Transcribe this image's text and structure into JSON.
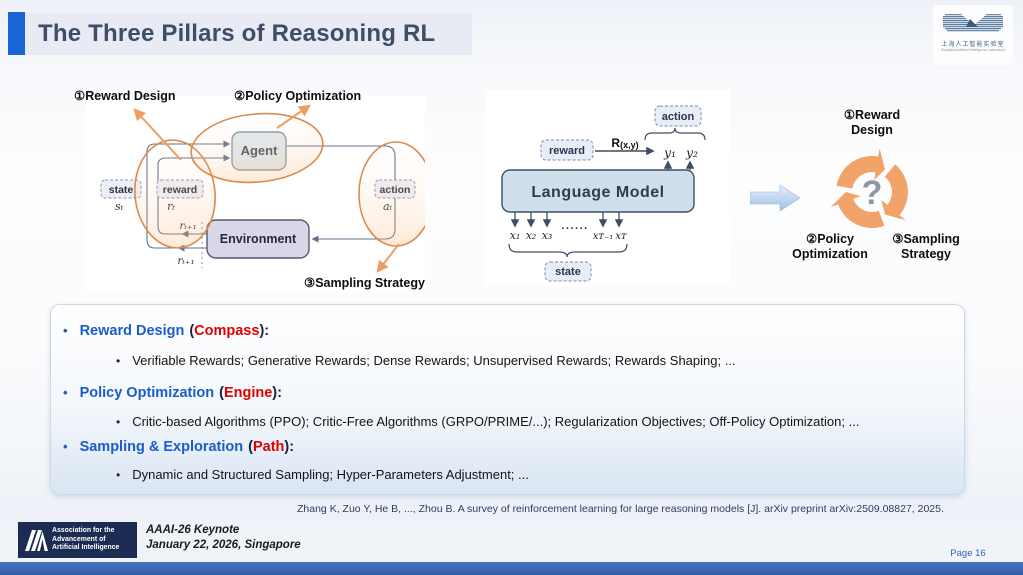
{
  "header": {
    "title": "The Three Pillars of Reasoning RL",
    "org_logo": {
      "cn": "上海人工智能实验室",
      "en": "Shanghai Artificial Intelligence Laboratory"
    }
  },
  "rl_diagram": {
    "label_reward_design": "①Reward Design",
    "label_policy_optimization": "②Policy Optimization",
    "label_sampling_strategy": "③Sampling Strategy",
    "agent": "Agent",
    "environment": "Environment",
    "state": "state",
    "state_sym": "sₜ",
    "reward": "reward",
    "reward_sym": "rₜ",
    "action": "action",
    "action_sym": "aₜ",
    "r_next_upper": "rₜ₊₁",
    "r_next_lower": "rₜ₊₁"
  },
  "lm_diagram": {
    "model": "Language Model",
    "action": "action",
    "reward": "reward",
    "state": "state",
    "fn_r": "R",
    "fn_args": "(x,y)",
    "y1": "y₁",
    "y2": "y₂",
    "x1": "x₁",
    "x2": "x₂",
    "x3": "x₃",
    "dots": "......",
    "xt_minus": "xᴛ₋₁",
    "xt": "xᴛ"
  },
  "pillars": {
    "question_mark": "?",
    "l1a": "①Reward",
    "l1b": "Design",
    "l2a": "②Policy",
    "l2b": "Optimization",
    "l3a": "③Sampling",
    "l3b": "Strategy"
  },
  "bullets": [
    {
      "label": "Reward Design",
      "open": "(",
      "keyword": "Compass",
      "close": "):",
      "detail": "Verifiable Rewards; Generative Rewards; Dense Rewards; Unsupervised Rewards; Rewards Shaping; ..."
    },
    {
      "label": "Policy Optimization",
      "open": "(",
      "keyword": "Engine",
      "close": "):",
      "detail": "Critic-based Algorithms (PPO); Critic-Free Algorithms (GRPO/PRIME/...); Regularization Objectives; Off-Policy Optimization; ..."
    },
    {
      "label": "Sampling & Exploration",
      "open": "(",
      "keyword": "Path",
      "close": "):",
      "detail": "Dynamic and Structured Sampling; Hyper-Parameters Adjustment; ..."
    }
  ],
  "citation": "Zhang K, Zuo Y, He B, ..., Zhou B. A survey of reinforcement learning for large reasoning models [J]. arXiv preprint arXiv:2509.08827, 2025.",
  "footer": {
    "aaai_line1": "Association for the",
    "aaai_line2": "Advancement of",
    "aaai_line3": "Artificial Intelligence",
    "event": "AAAI-26 Keynote",
    "date_location": "January 22, 2026, Singapore"
  },
  "page_label": "Page 16",
  "colors": {
    "title_accent_bar": "#1a66d9",
    "bullet_blue": "#1a5dc8",
    "bullet_red": "#e00000",
    "orange_annotation": "#ee9d60",
    "footer_bar": "#3a69b4"
  }
}
